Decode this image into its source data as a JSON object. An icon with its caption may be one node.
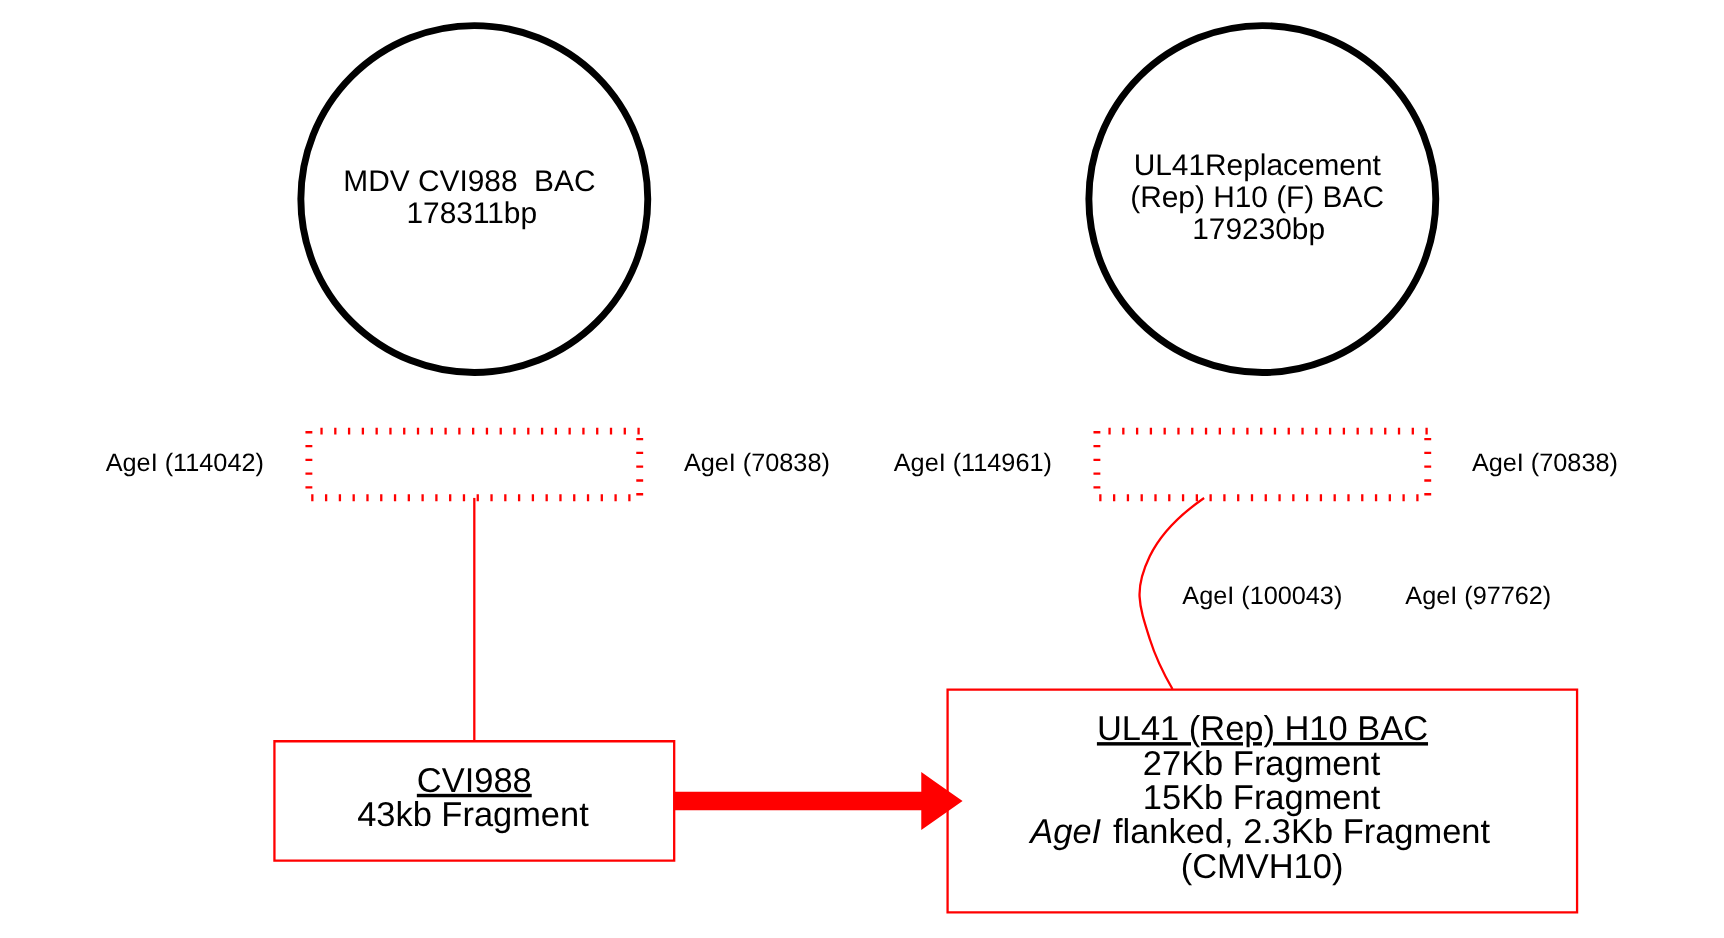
{
  "diagram": {
    "nodes": [
      {
        "text": [
          "MDV CVI988  BAC",
          "178311bp"
        ]
      },
      {
        "text": [],
        "shape": "box"
      },
      {
        "text": [
          "CVI988",
          "43kb Fragment"
        ]
      },
      {
        "text": [
          "UL41Replacement (Rep) H10 (F) BAC",
          "179230bp"
        ]
      },
      {
        "text": [],
        "shape": "box"
      },
      {
        "text": [
          "UL41 (Rep) H10 BAC",
          "27Kb Fragment",
          "15Kb Fragment",
          "*AgeI* flanked, 2.3Kb Fragment",
          "(CMVH10)"
        ]
      }
    ],
    "edges": [
      {
        "from": 1,
        "to": 2,
        "arrow": "none"
      },
      {
        "from": 4,
        "to": 5,
        "arrow": "none"
      },
      {
        "from": 2,
        "to": 5,
        "arrow": "to",
        "style": "thick"
      }
    ],
    "labels": [
      "AgeI (114042)",
      "AgeI (70838)",
      "AgeI (114961)",
      "AgeI (100043)",
      "AgeI (97762)",
      "AgeI (70838)"
    ]
  }
}
